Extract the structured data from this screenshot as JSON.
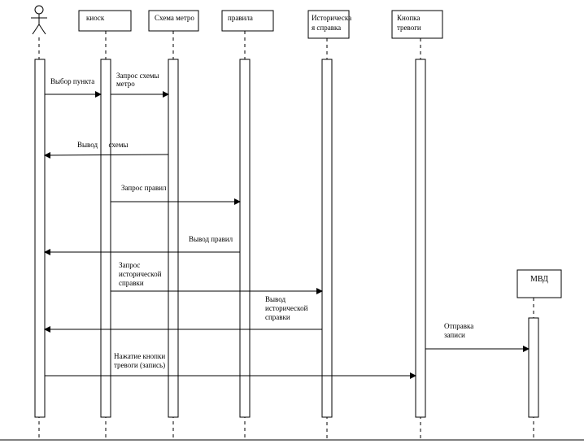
{
  "diagram": {
    "type": "sequence",
    "participants": [
      {
        "id": "user",
        "label": "",
        "kind": "actor",
        "icon": "stick-figure-icon"
      },
      {
        "id": "kiosk",
        "label": "киоск",
        "kind": "box"
      },
      {
        "id": "metro_map",
        "label": "Схема метро",
        "kind": "box"
      },
      {
        "id": "rules",
        "label": "правила",
        "kind": "box"
      },
      {
        "id": "history",
        "label": "Историческа я справка",
        "lines": [
          "Историческа",
          "я справка"
        ],
        "kind": "box"
      },
      {
        "id": "alarm",
        "label": "Кнопка тревоги",
        "lines": [
          "Кнопка",
          "тревоги"
        ],
        "kind": "box"
      },
      {
        "id": "mvd",
        "label": "МВД",
        "kind": "box"
      }
    ],
    "messages": [
      {
        "from": "user",
        "to": "kiosk",
        "lines": [
          "Выбор пункта"
        ]
      },
      {
        "from": "kiosk",
        "to": "metro_map",
        "lines": [
          "Запрос схемы",
          "метро"
        ]
      },
      {
        "from": "metro_map",
        "to": "user",
        "lines": [
          "Вывод      схемы"
        ]
      },
      {
        "from": "kiosk",
        "to": "rules",
        "lines": [
          "Запрос правил"
        ]
      },
      {
        "from": "rules",
        "to": "user",
        "lines": [
          "Вывод правил"
        ]
      },
      {
        "from": "kiosk",
        "to": "history",
        "lines": [
          "Запрос",
          "исторической",
          "справки"
        ]
      },
      {
        "from": "history",
        "to": "user",
        "lines": [
          "Вывод",
          "исторической",
          "справки"
        ]
      },
      {
        "from": "alarm",
        "to": "mvd",
        "lines": [
          "Отправка",
          "записи"
        ]
      },
      {
        "from": "user",
        "to": "alarm",
        "lines": [
          "Нажатие кнопки",
          "тревоги (запись)"
        ]
      }
    ]
  }
}
